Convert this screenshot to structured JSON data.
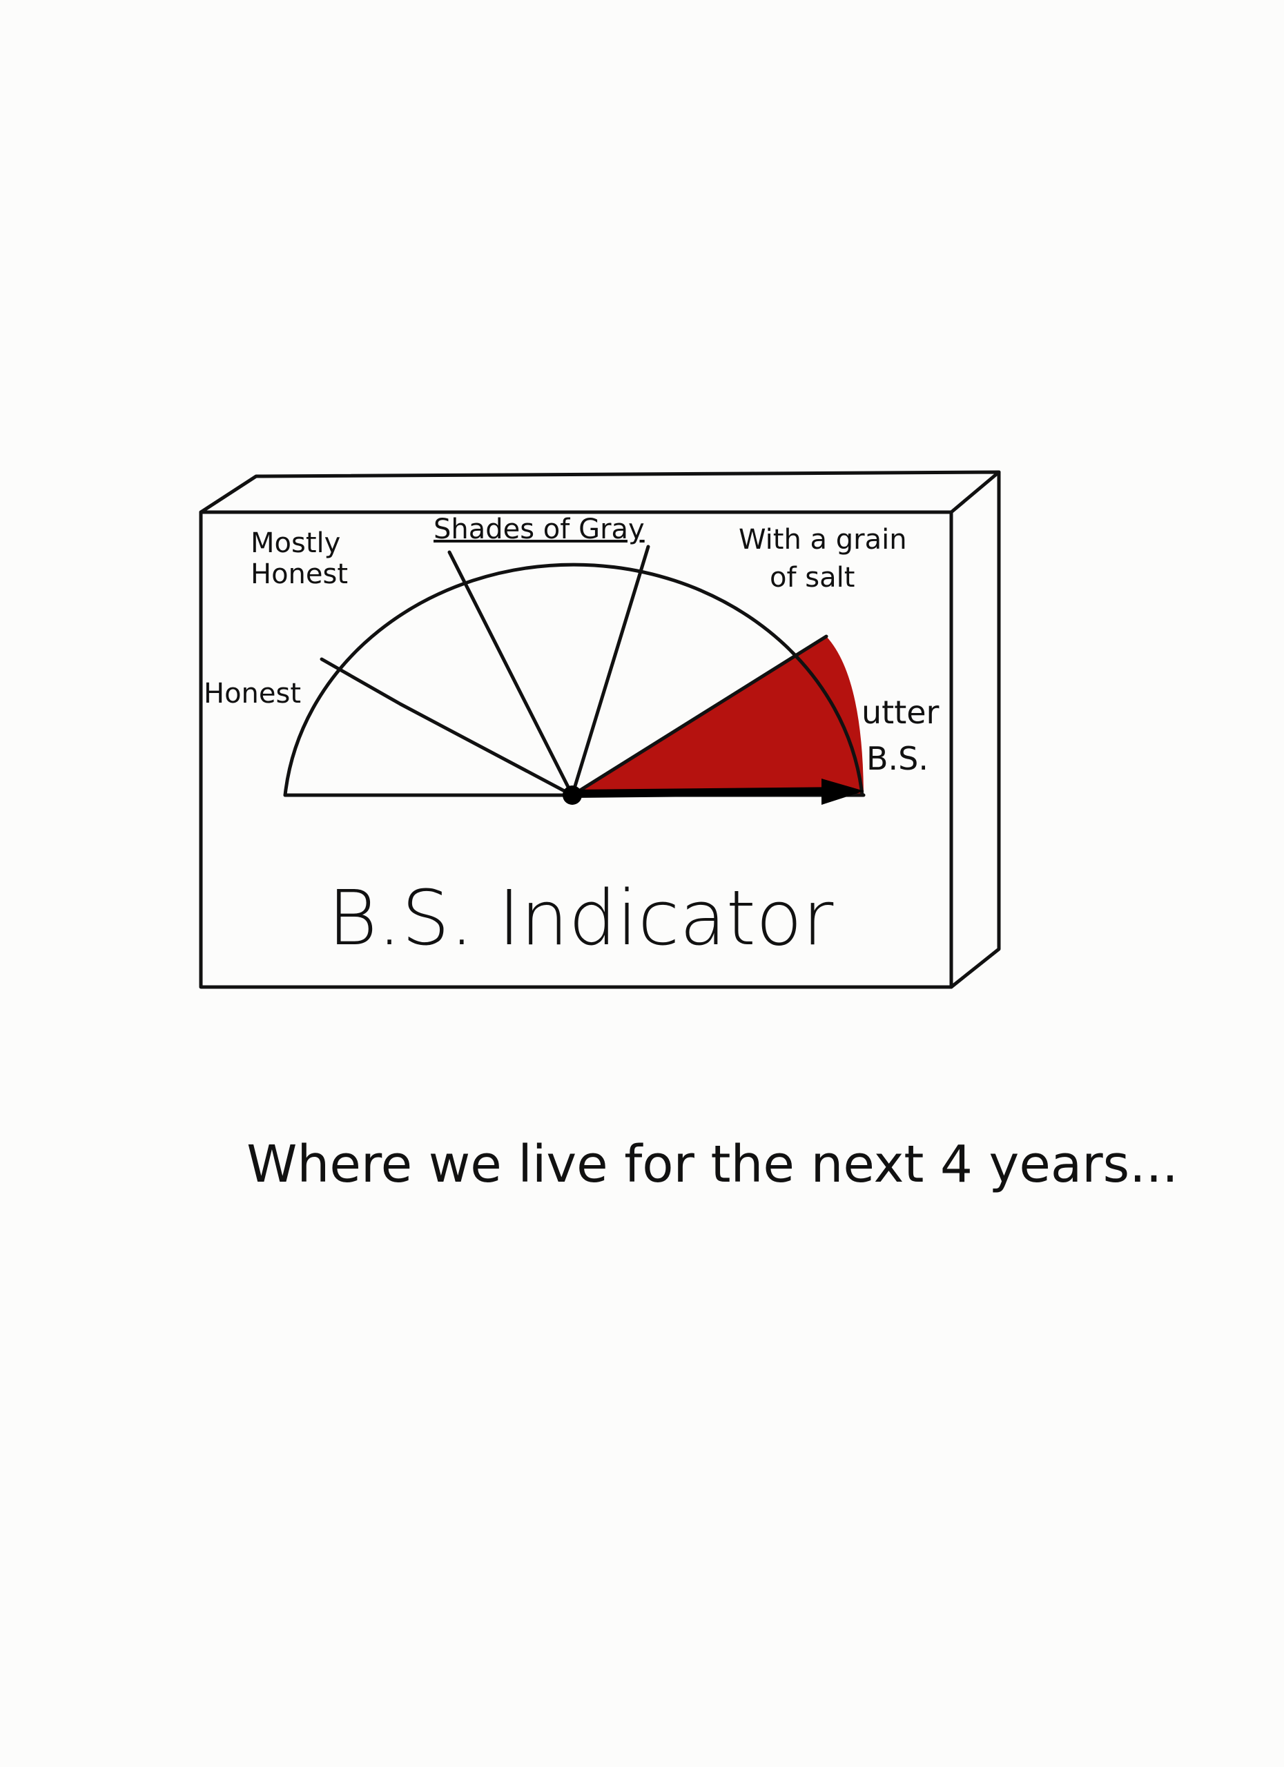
{
  "gauge": {
    "title": "B.S. Indicator",
    "labels": {
      "honest": "Honest",
      "mostly_honest_line1": "Mostly",
      "mostly_honest_line2": "Honest",
      "shades_of_gray": "Shades of Gray",
      "grain_of_salt_line1": "With a grain",
      "grain_of_salt_line2": "of salt",
      "utter_bs_line1": "utter",
      "utter_bs_line2": "B.S."
    },
    "needle_reading": "utter B.S.",
    "highlight_color": "#b5120f"
  },
  "caption": "Where we live for the next 4 years..."
}
